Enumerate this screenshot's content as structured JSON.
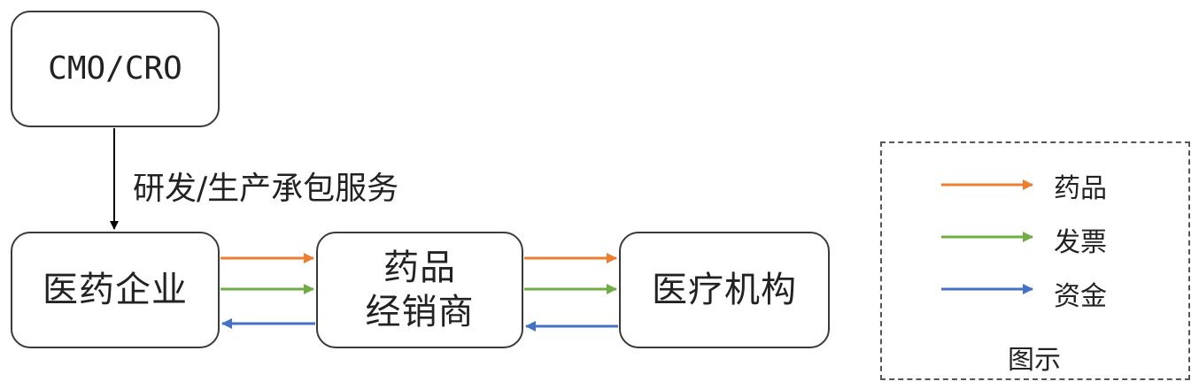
{
  "nodes": {
    "cmo_cro": "CMO/CRO",
    "pharma": "医药企业",
    "distributor_line1": "药品",
    "distributor_line2": "经销商",
    "medical": "医疗机构"
  },
  "edges": {
    "service_label": "研发/生产承包服务"
  },
  "legend": {
    "title": "图示",
    "items": [
      {
        "label": "药品",
        "color": "#ed7d31"
      },
      {
        "label": "发票",
        "color": "#70ad47"
      },
      {
        "label": "资金",
        "color": "#4472c4"
      }
    ]
  },
  "colors": {
    "drug": "#ed7d31",
    "invoice": "#70ad47",
    "funds": "#4472c4",
    "service": "#000000"
  }
}
